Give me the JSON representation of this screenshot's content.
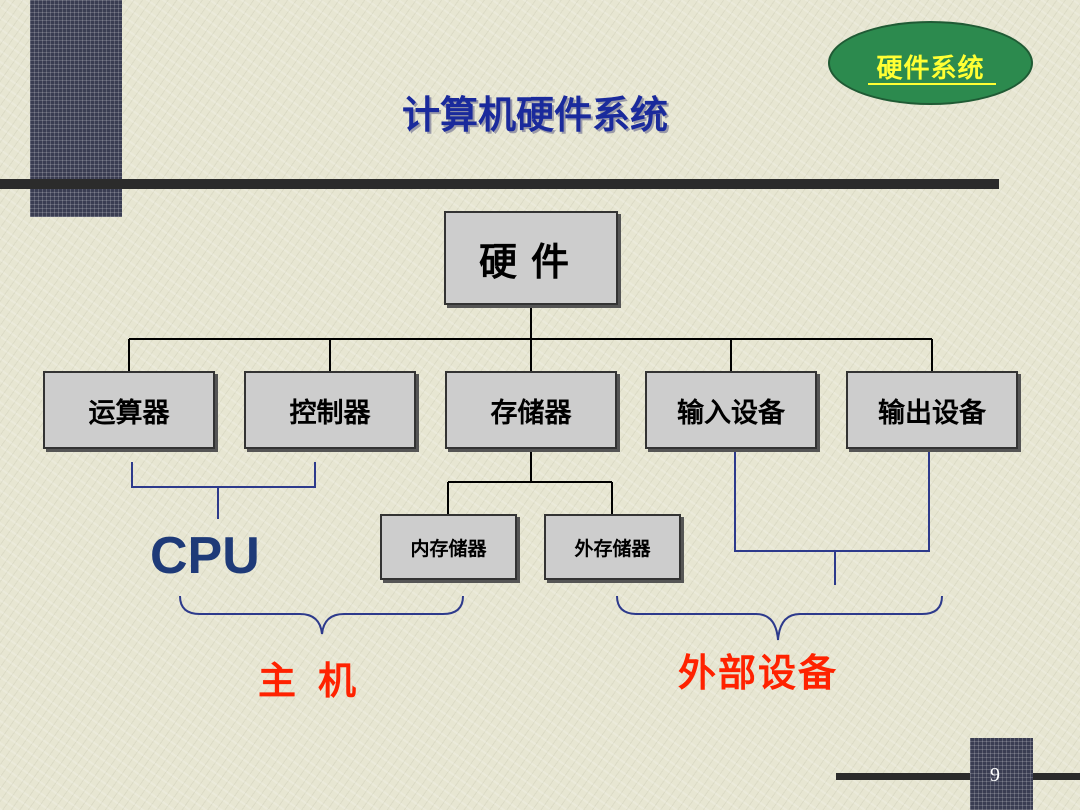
{
  "slide": {
    "badge": "硬件系统",
    "title": "计算机硬件系统",
    "page_number": "9"
  },
  "diagram": {
    "root": "硬件",
    "components": [
      "运算器",
      "控制器",
      "存储器",
      "输入设备",
      "输出设备"
    ],
    "memory_children": [
      "内存储器",
      "外存储器"
    ],
    "groups": {
      "cpu": "CPU",
      "host": "主机",
      "peripherals": "外部设备"
    }
  },
  "colors": {
    "title": "#1a2a9c",
    "badge_fill": "#2c8a4e",
    "badge_text": "#ffff33",
    "group_label": "#ff2200",
    "cpu_label": "#1e3a78",
    "box_fill": "#cdcdcd"
  }
}
